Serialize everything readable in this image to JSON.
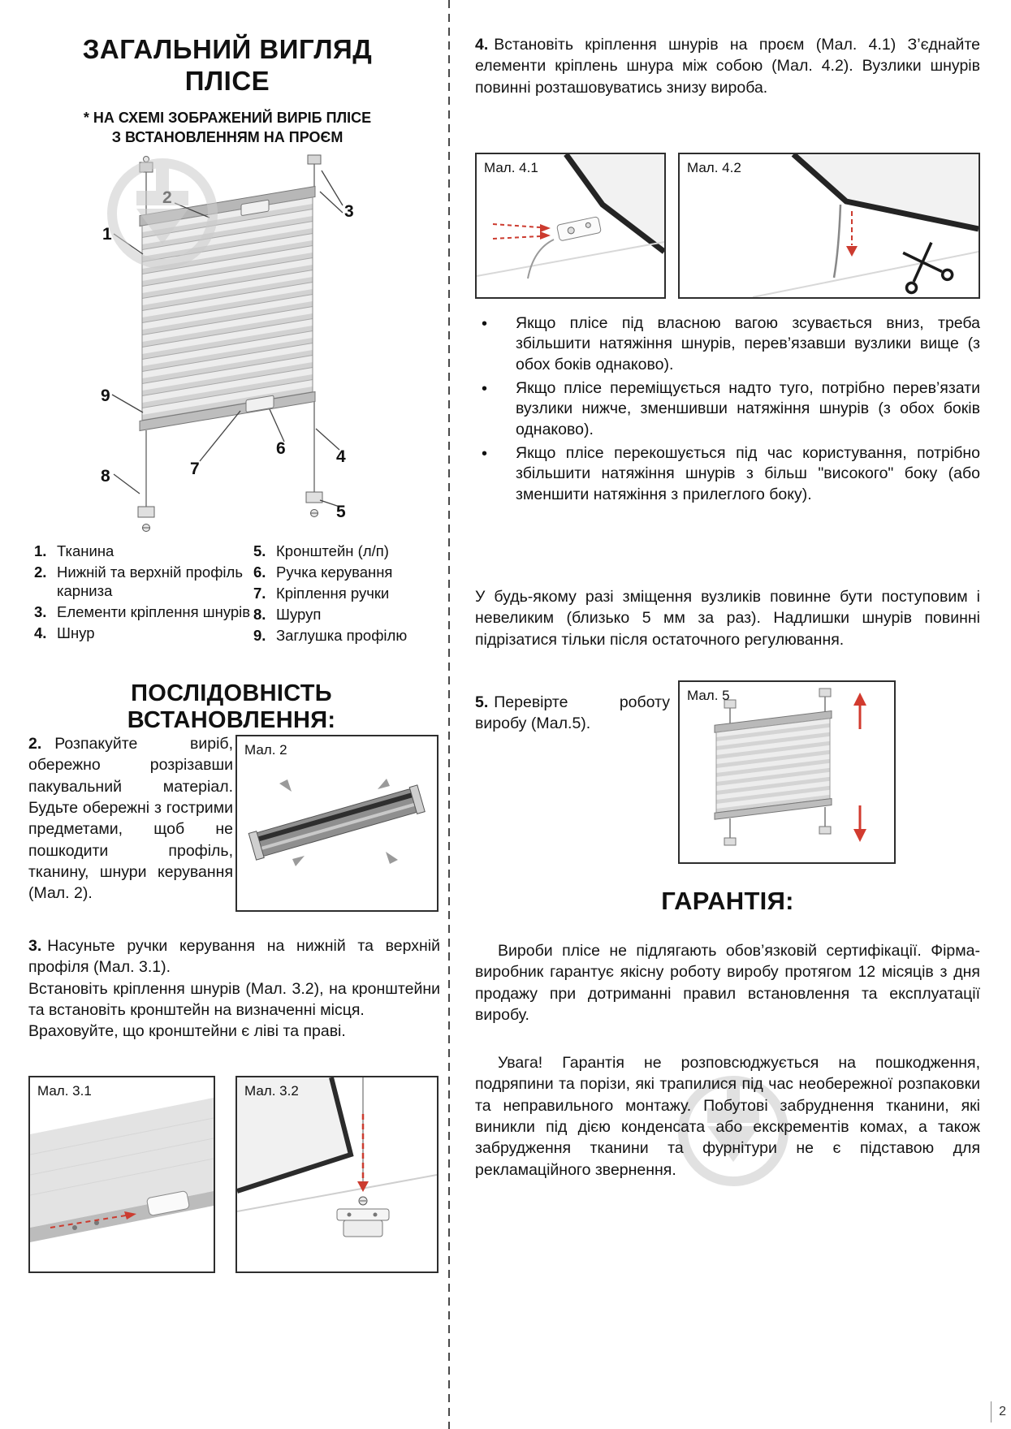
{
  "page": {
    "number": "2"
  },
  "left": {
    "title_line1": "ЗАГАЛЬНИЙ ВИГЛЯД",
    "title_line2": "ПЛІСЕ",
    "subtitle_line1": "* НА СХЕМІ ЗОБРАЖЕНИЙ ВИРІБ ПЛІСЕ",
    "subtitle_line2": "З ВСТАНОВЛЕННЯМ НА ПРОЄМ",
    "diagram": {
      "callouts": [
        "1",
        "2",
        "3",
        "4",
        "5",
        "6",
        "7",
        "8",
        "9"
      ]
    },
    "legend_col1": [
      {
        "num": "1.",
        "text": "Тканина"
      },
      {
        "num": "2.",
        "text": "Нижній та верхній профіль карниза"
      },
      {
        "num": "3.",
        "text": "Елементи кріплення шнурів"
      },
      {
        "num": "4.",
        "text": "Шнур"
      }
    ],
    "legend_col2": [
      {
        "num": "5.",
        "text": "Кронштейн (л/п)"
      },
      {
        "num": "6.",
        "text": "Ручка керування"
      },
      {
        "num": "7.",
        "text": "Кріплення ручки"
      },
      {
        "num": "8.",
        "text": "Шуруп"
      },
      {
        "num": "9.",
        "text": "Заглушка профілю"
      }
    ],
    "sequence_title": "ПОСЛІДОВНІСТЬ ВСТАНОВЛЕННЯ:",
    "step2": {
      "num": "2.",
      "text": "Розпакуйте виріб, обережно розрізавши пакувальний матеріал. Будьте обережні з гострими предметами, щоб не пошкодити профіль, тканину, шнури керування (Мал. 2)."
    },
    "fig2_label": "Мал. 2",
    "step3": {
      "num": "3.",
      "line1": "Насуньте ручки керування на нижній та верхній профіля (Мал. 3.1).",
      "line2": "Встановіть кріплення шнурів (Мал. 3.2), на кронштейни та встановіть кронштейн на визначенні місця.",
      "line3": "Враховуйте, що кронштейни є ліві та праві."
    },
    "fig31_label": "Мал. 3.1",
    "fig32_label": "Мал. 3.2"
  },
  "right": {
    "step4": {
      "num": "4.",
      "text": "Встановіть кріплення шнурів на проєм (Мал. 4.1) З’єднайте елементи кріплень шнура між собою (Мал. 4.2). Вузлики шнурів повинні розташовуватись знизу вироба."
    },
    "fig41_label": "Мал. 4.1",
    "fig42_label": "Мал. 4.2",
    "bullets": [
      "Якщо плісе під власною вагою зсувається вниз, треба збільшити натяжіння шнурів, перев’язавши вузлики вище (з обох боків однаково).",
      "Якщо плісе переміщується надто туго, потрібно перев’язати вузлики нижче, зменшивши натяжіння шнурів (з обох боків однаково).",
      "Якщо плісе перекошується під час користування, потрібно збільшити натяжіння шнурів з більш \"високого\" боку (або зменшити натяжіння з прилеглого боку)."
    ],
    "note": "У будь-якому разі зміщення вузликів повинне бути поступовим і невеликим (близько 5 мм за раз). Надлишки шнурів повинні підрізатися тільки після остаточного регулювання.",
    "step5": {
      "num": "5.",
      "text": "Перевірте роботу виробу (Мал.5)."
    },
    "fig5_label": "Мал. 5",
    "warranty_title": "ГАРАНТІЯ:",
    "warranty_p1": "Вироби плісе не підлягають обов’язковій сертифікації. Фірма-виробник гарантує якісну роботу виробу протягом 12 місяців з дня продажу при дотриманні правил встановлення та експлуатації виробу.",
    "warranty_p2": "Увага! Гарантія не розповсюджується на пошкодження, подряпини та порізи, які трапилися під час необережної розпаковки та неправильного монтажу. Побутові забруднення тканини, які виникли під дією конденсата або екскрементів комах, а також забрудження тканини та фурнітури не є підставою для рекламаційного звернення."
  }
}
